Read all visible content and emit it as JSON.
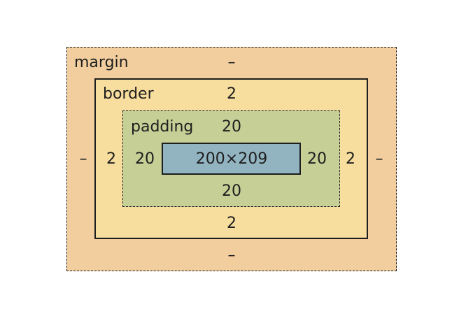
{
  "box_model": {
    "margin": {
      "label": "margin",
      "top": "–",
      "right": "–",
      "bottom": "–",
      "left": "–"
    },
    "border": {
      "label": "border",
      "top": "2",
      "right": "2",
      "bottom": "2",
      "left": "2"
    },
    "padding": {
      "label": "padding",
      "top": "20",
      "right": "20",
      "bottom": "20",
      "left": "20"
    },
    "content": {
      "size": "200×209"
    },
    "colors": {
      "margin": "#f2ce9f",
      "border": "#f7dd9e",
      "padding": "#c5cf96",
      "content": "#92b4c0"
    }
  }
}
